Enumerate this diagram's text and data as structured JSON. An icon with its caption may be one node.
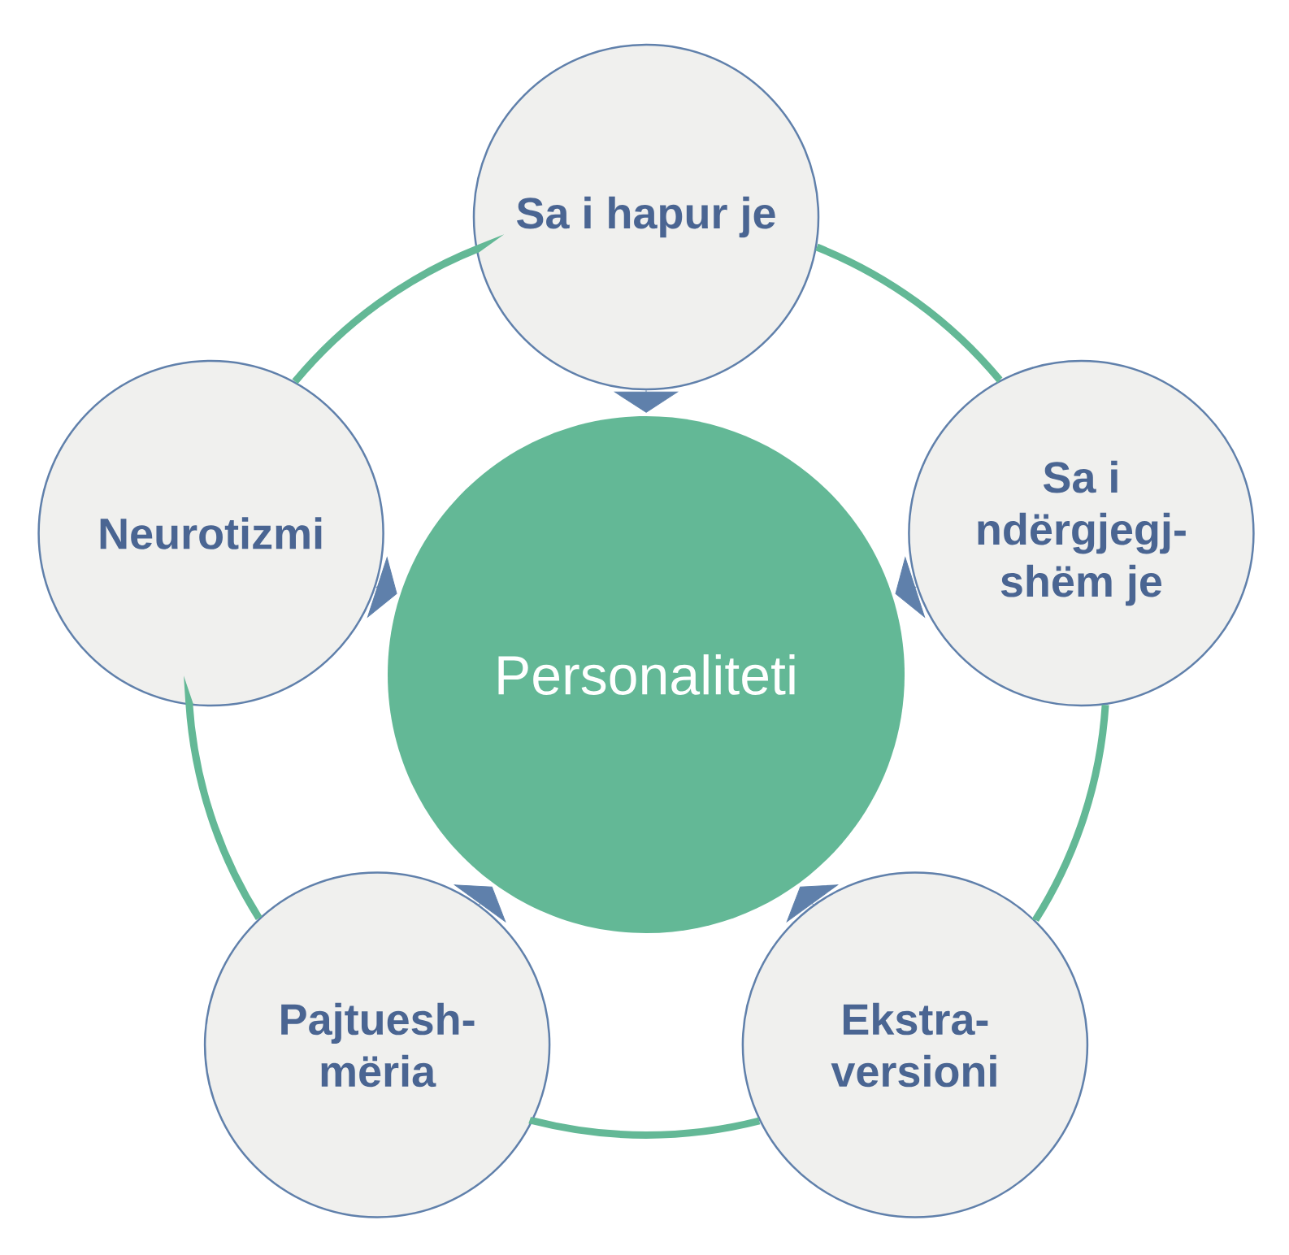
{
  "diagram": {
    "nodes": [
      {
        "text": [
          "Personaliteti"
        ]
      },
      {
        "text": [
          "Sa i hapur je"
        ]
      },
      {
        "text": [
          "Sa i ndërgjegj- shëm je"
        ]
      },
      {
        "text": [
          "Ekstra- versioni"
        ]
      },
      {
        "text": [
          "Pajtuesh- mëria"
        ]
      },
      {
        "text": [
          "Neurotizmi"
        ]
      }
    ],
    "edges": [
      {
        "from": 1,
        "to": 0,
        "arrow": "to",
        "color": "#5f80ab"
      },
      {
        "from": 2,
        "to": 0,
        "arrow": "to",
        "color": "#5f80ab"
      },
      {
        "from": 3,
        "to": 0,
        "arrow": "to",
        "color": "#5f80ab"
      },
      {
        "from": 4,
        "to": 0,
        "arrow": "to",
        "color": "#5f80ab"
      },
      {
        "from": 5,
        "to": 0,
        "arrow": "to",
        "color": "#5f80ab"
      },
      {
        "from": 1,
        "to": 2,
        "arrow": "none",
        "style": "thick",
        "color": "#63b896"
      },
      {
        "from": 2,
        "to": 3,
        "arrow": "none",
        "style": "thick",
        "color": "#63b896"
      },
      {
        "from": 3,
        "to": 4,
        "arrow": "none",
        "style": "thick",
        "color": "#63b896"
      },
      {
        "from": 4,
        "to": 5,
        "arrow": "none",
        "style": "thick",
        "color": "#63b896"
      },
      {
        "from": 5,
        "to": 1,
        "arrow": "none",
        "style": "thick",
        "color": "#63b896"
      }
    ]
  }
}
